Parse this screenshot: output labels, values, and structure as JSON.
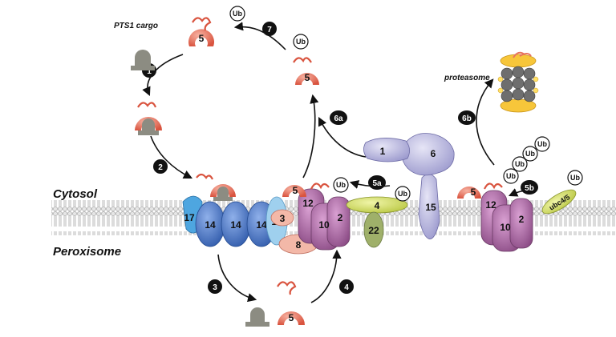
{
  "labels": {
    "pts1_cargo": "PTS1 cargo",
    "proteasome": "proteasome",
    "cytosol": "Cytosol",
    "peroxisome": "Peroxisome",
    "ubc": "ubc4/5",
    "ub": "Ub"
  },
  "steps": {
    "s1": "1",
    "s2": "2",
    "s3": "3",
    "s4": "4",
    "s5a": "5a",
    "s5b": "5b",
    "s6a": "6a",
    "s6b": "6b",
    "s7": "7"
  },
  "proteins": {
    "pex5": "5",
    "pex17": "17",
    "pex14": "14",
    "pex13": "13",
    "pex3": "3",
    "pex8": "8",
    "pex12": "12",
    "pex10": "10",
    "pex2": "2",
    "pex4": "4",
    "pex22": "22",
    "pex1": "1",
    "pex6": "6",
    "pex15": "15"
  },
  "colors": {
    "pex5": "#e8735f",
    "cargo": "#8c8c82",
    "ring": "#9a5a94",
    "pex14": "#3f6fbf",
    "pex13": "#9fd0ee",
    "pex17": "#4ea6e0",
    "pex3": "#f3b8a8",
    "aaa": "#b3b2dc",
    "pex4": "#d9e36a",
    "pex22": "#9fb06a",
    "membrane": "#d8d8d8"
  }
}
